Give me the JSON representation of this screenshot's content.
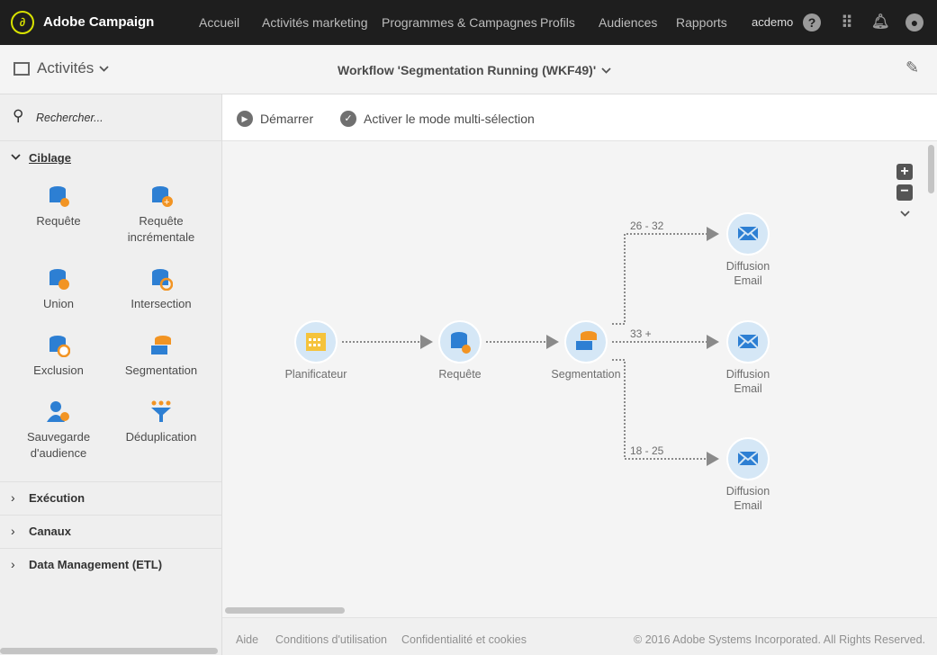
{
  "topbar": {
    "brand": "Adobe Campaign",
    "nav": [
      "Accueil",
      "Activités marketing",
      "Programmes & Campagnes",
      "Profils",
      "Audiences",
      "Rapports"
    ],
    "user": "acdemo"
  },
  "header": {
    "panel_title": "Activités",
    "workflow_title": "Workflow 'Segmentation Running (WKF49)'"
  },
  "sidebar": {
    "search_placeholder": "Rechercher...",
    "ciblage": "Ciblage",
    "items": [
      "Requête",
      "Requête incrémentale",
      "Union",
      "Intersection",
      "Exclusion",
      "Segmentation",
      "Sauvegarde d'audience",
      "Déduplication"
    ],
    "sections": [
      "Exécution",
      "Canaux",
      "Data Management (ETL)"
    ]
  },
  "toolbar": {
    "start": "Démarrer",
    "multi": "Activer le mode multi-sélection"
  },
  "canvas": {
    "nodes": [
      "Planificateur",
      "Requête",
      "Segmentation",
      "Diffusion Email",
      "Diffusion Email",
      "Diffusion Email"
    ],
    "edges": [
      "26 - 32",
      "33 +",
      "18 - 25"
    ]
  },
  "footer": {
    "aide": "Aide",
    "conditions": "Conditions d'utilisation",
    "privacy": "Confidentialité et cookies",
    "copyright": "© 2016 Adobe Systems Incorporated. All Rights Reserved."
  },
  "colors": {
    "accent": "#2d7fd3",
    "orange": "#f29423",
    "node_bg": "#d5e7f6"
  }
}
